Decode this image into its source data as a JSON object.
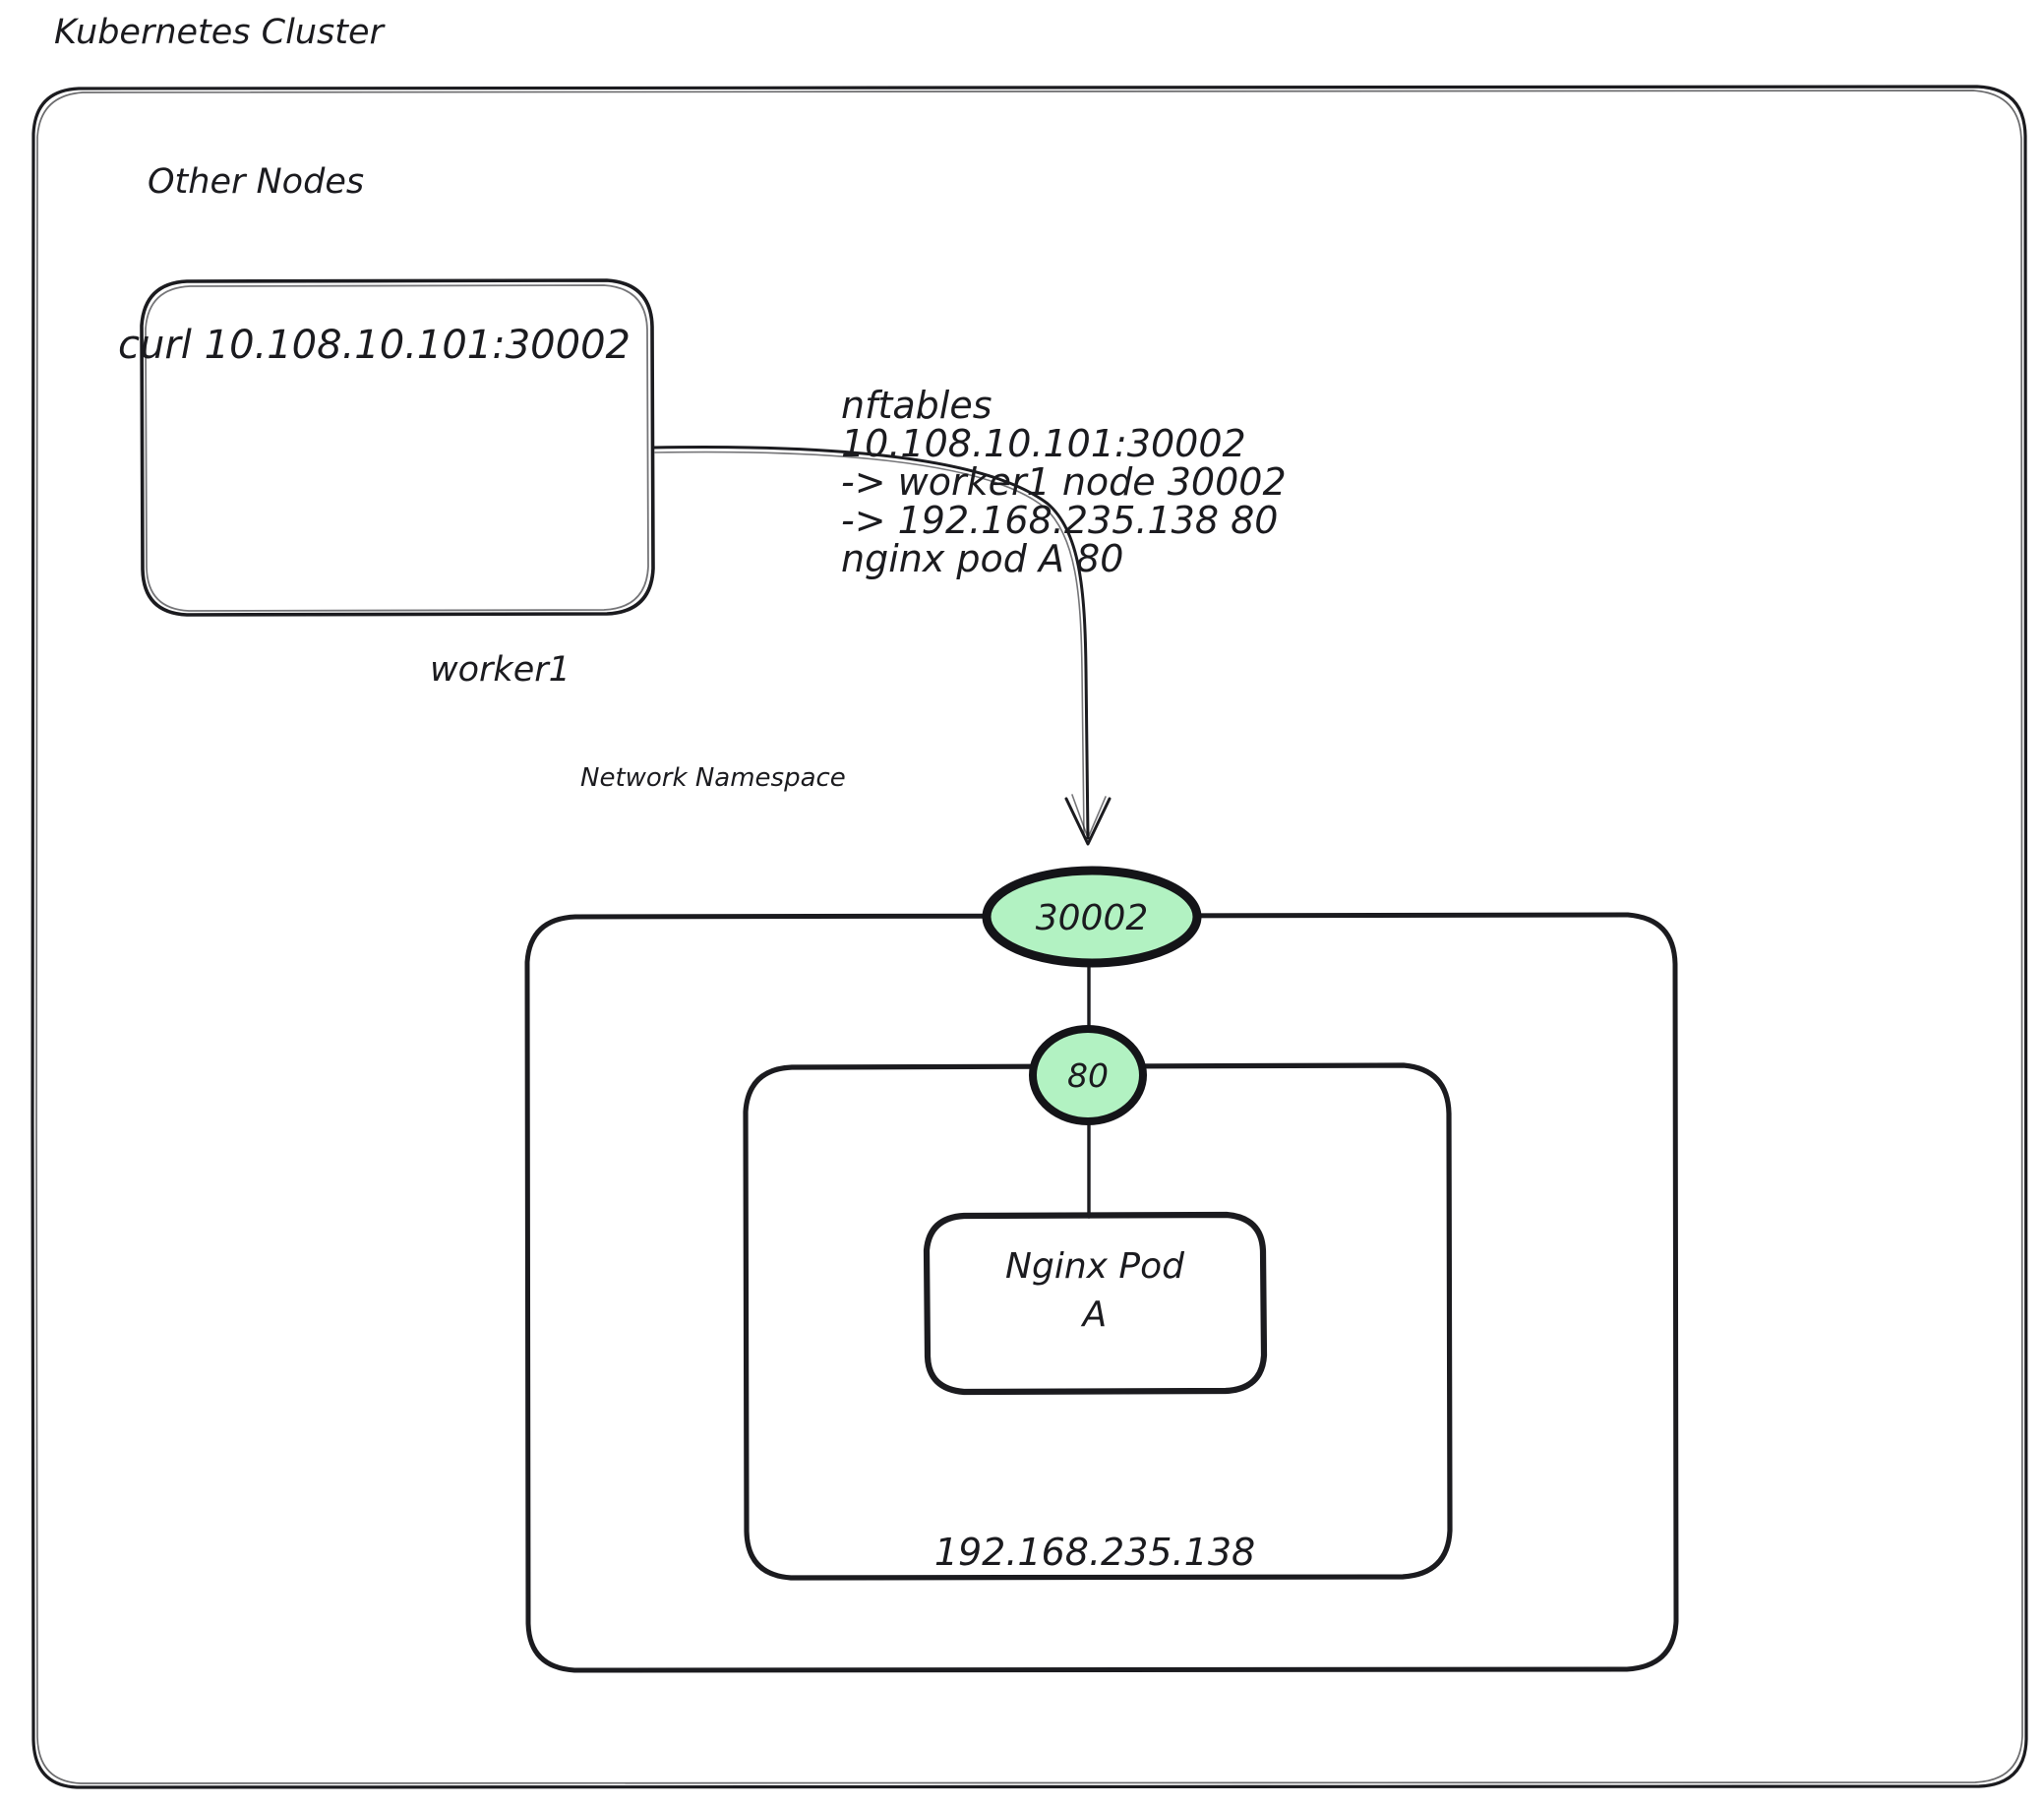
{
  "diagram": {
    "title": "Kubernetes Cluster",
    "colors": {
      "stroke": "#1b1b1f",
      "port_fill": "#b2f2c2",
      "background": "#ffffff"
    },
    "groups": {
      "cluster_label": "Kubernetes Cluster",
      "other_nodes_label": "Other Nodes",
      "worker_label": "worker1",
      "netns_label": "Network Namespace"
    },
    "nodes": {
      "curl_command": "curl 10.108.10.101:30002",
      "pod_name_line1": "Nginx Pod",
      "pod_name_line2": "A",
      "pod_ip": "192.168.235.138",
      "node_port": "30002",
      "container_port": "80"
    },
    "annotation": {
      "line1": "nftables",
      "line2": "10.108.10.101:30002",
      "line3": "-> worker1 node 30002",
      "line4": "-> 192.168.235.138 80",
      "line5": "nginx pod A 80"
    }
  }
}
